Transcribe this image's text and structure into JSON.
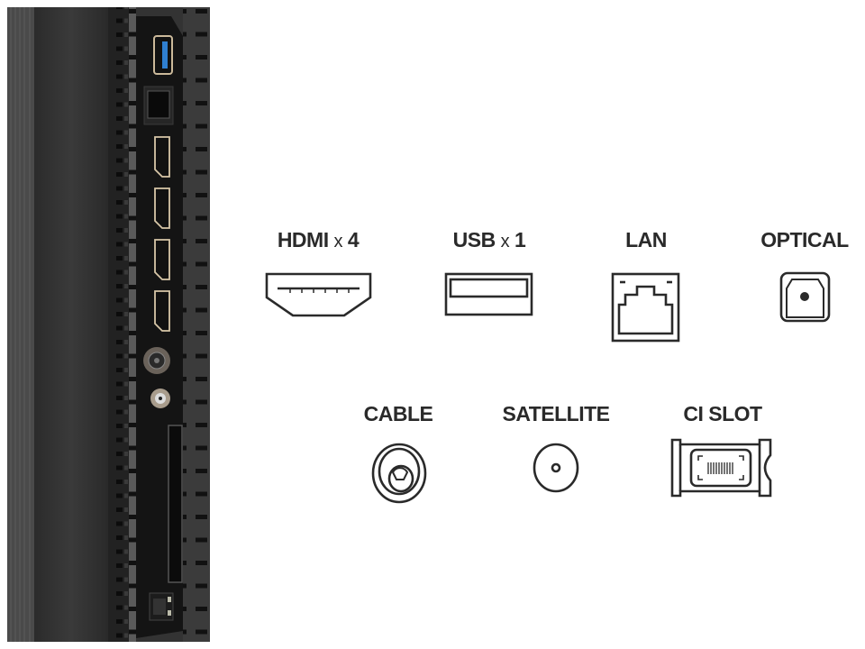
{
  "labels": {
    "hdmi": {
      "name": "HDMI",
      "mult": "x",
      "count": "4"
    },
    "usb": {
      "name": "USB",
      "mult": "x",
      "count": "1"
    },
    "lan": "LAN",
    "optical": "OPTICAL",
    "cable": "CABLE",
    "satellite": "SATELLITE",
    "ci_slot": "CI SLOT"
  },
  "colors": {
    "usb_blue": "#2f7fd0",
    "port_gold": "#d8c7a8",
    "icon_stroke": "#2a2a2a"
  }
}
